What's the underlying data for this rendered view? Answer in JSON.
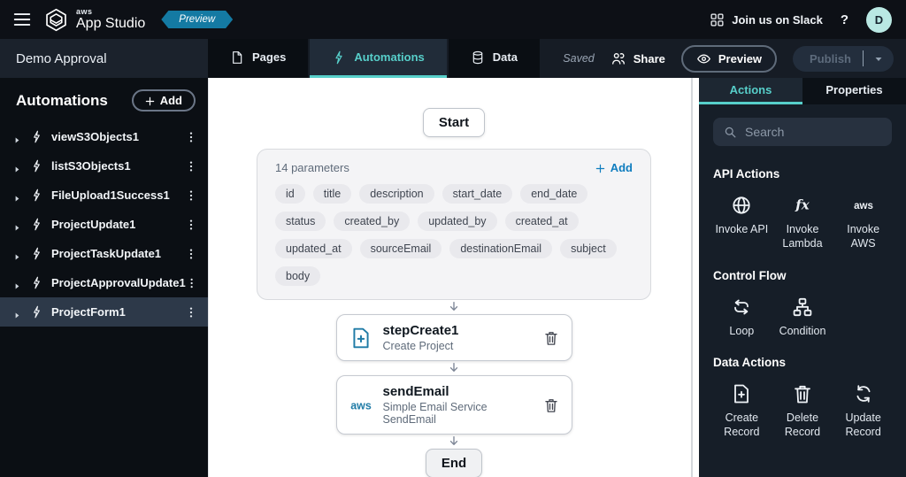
{
  "topbar": {
    "brand_small": "aws",
    "brand": "App Studio",
    "badge": "Preview",
    "slack_label": "Join us on Slack",
    "help_label": "?",
    "avatar_initial": "D"
  },
  "header": {
    "app_name": "Demo Approval"
  },
  "toolbar": {
    "tabs": [
      {
        "label": "Pages",
        "icon": "page",
        "active": false
      },
      {
        "label": "Automations",
        "icon": "bolt",
        "active": true
      },
      {
        "label": "Data",
        "icon": "database",
        "active": false
      }
    ],
    "saved": "Saved",
    "share": "Share",
    "preview": "Preview",
    "publish": "Publish"
  },
  "sidebar": {
    "title": "Automations",
    "add_label": "Add",
    "items": [
      {
        "label": "viewS3Objects1",
        "selected": false
      },
      {
        "label": "listS3Objects1",
        "selected": false
      },
      {
        "label": "FileUpload1Success1",
        "selected": false
      },
      {
        "label": "ProjectUpdate1",
        "selected": false
      },
      {
        "label": "ProjectTaskUpdate1",
        "selected": false
      },
      {
        "label": "ProjectApprovalUpdate1",
        "selected": false
      },
      {
        "label": "ProjectForm1",
        "selected": true
      }
    ]
  },
  "canvas": {
    "start_label": "Start",
    "end_label": "End",
    "parameters": {
      "count_label": "14 parameters",
      "add_label": "Add",
      "chips": [
        "id",
        "title",
        "description",
        "start_date",
        "end_date",
        "status",
        "created_by",
        "updated_by",
        "created_at",
        "updated_at",
        "sourceEmail",
        "destinationEmail",
        "subject",
        "body"
      ]
    },
    "steps": [
      {
        "title": "stepCreate1",
        "subtitle": "Create Project",
        "icon": "doc-plus"
      },
      {
        "title": "sendEmail",
        "subtitle": "Simple Email Service SendEmail",
        "icon": "aws"
      }
    ]
  },
  "panel": {
    "tabs": [
      {
        "label": "Actions",
        "active": true
      },
      {
        "label": "Properties",
        "active": false
      }
    ],
    "search_placeholder": "Search",
    "sections": [
      {
        "title": "API Actions",
        "items": [
          {
            "label": "Invoke API",
            "icon": "globe"
          },
          {
            "label": "Invoke Lambda",
            "icon": "fx"
          },
          {
            "label": "Invoke AWS",
            "icon": "aws"
          }
        ]
      },
      {
        "title": "Control Flow",
        "items": [
          {
            "label": "Loop",
            "icon": "loop"
          },
          {
            "label": "Condition",
            "icon": "condition"
          }
        ]
      },
      {
        "title": "Data Actions",
        "items": [
          {
            "label": "Create Record",
            "icon": "doc-plus"
          },
          {
            "label": "Delete Record",
            "icon": "trash"
          },
          {
            "label": "Update Record",
            "icon": "update"
          }
        ]
      }
    ]
  },
  "colors": {
    "accent_teal": "#57cfca",
    "preview_badge_blue": "#147aa3",
    "link_blue": "#0f7dbf",
    "step_icon_blue": "#1f7ba6",
    "topbar_bg": "#0d1016",
    "toolbar_bg": "#161c25",
    "sidebar_bg": "#0b0f14",
    "sidebar_selected": "#2d3949",
    "panel_bg": "#161e28",
    "avatar_bg": "#b9e8e3"
  }
}
